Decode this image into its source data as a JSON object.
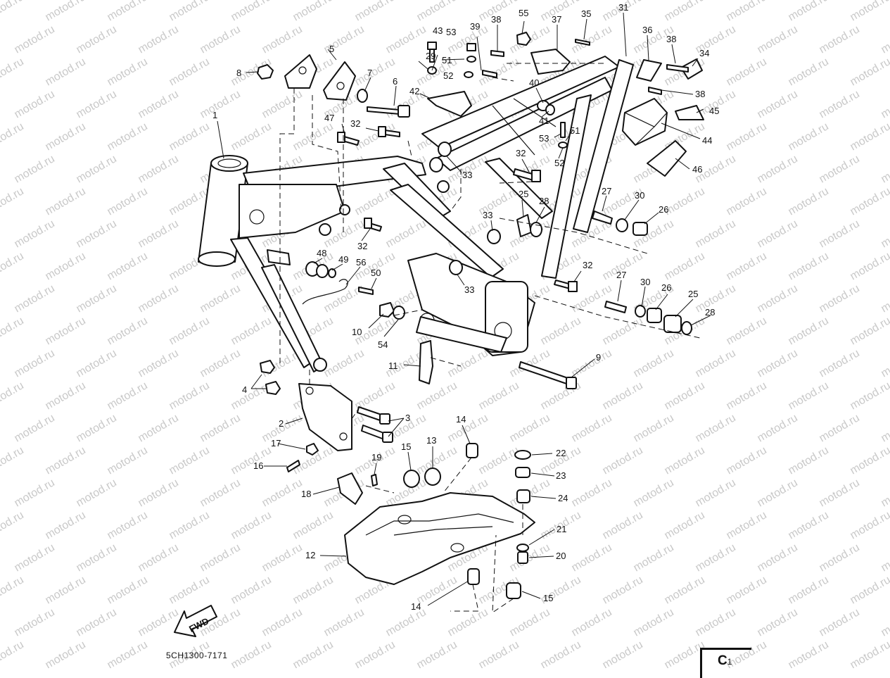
{
  "watermark": "motod.ru",
  "drawing_code": "5CH1300-7171",
  "page": {
    "letter": "C",
    "number": "1"
  },
  "fwd_label": "FWD",
  "callouts": [
    "1",
    "2",
    "3",
    "4",
    "5",
    "6",
    "7",
    "8",
    "9",
    "10",
    "11",
    "12",
    "13",
    "14",
    "15",
    "16",
    "17",
    "18",
    "19",
    "20",
    "21",
    "22",
    "23",
    "24",
    "25",
    "26",
    "27",
    "28",
    "29",
    "30",
    "31",
    "32",
    "33",
    "34",
    "35",
    "36",
    "37",
    "38",
    "39",
    "40",
    "41",
    "42",
    "43",
    "44",
    "45",
    "46",
    "47",
    "48",
    "49",
    "50",
    "51",
    "52",
    "53",
    "54",
    "55",
    "56"
  ]
}
